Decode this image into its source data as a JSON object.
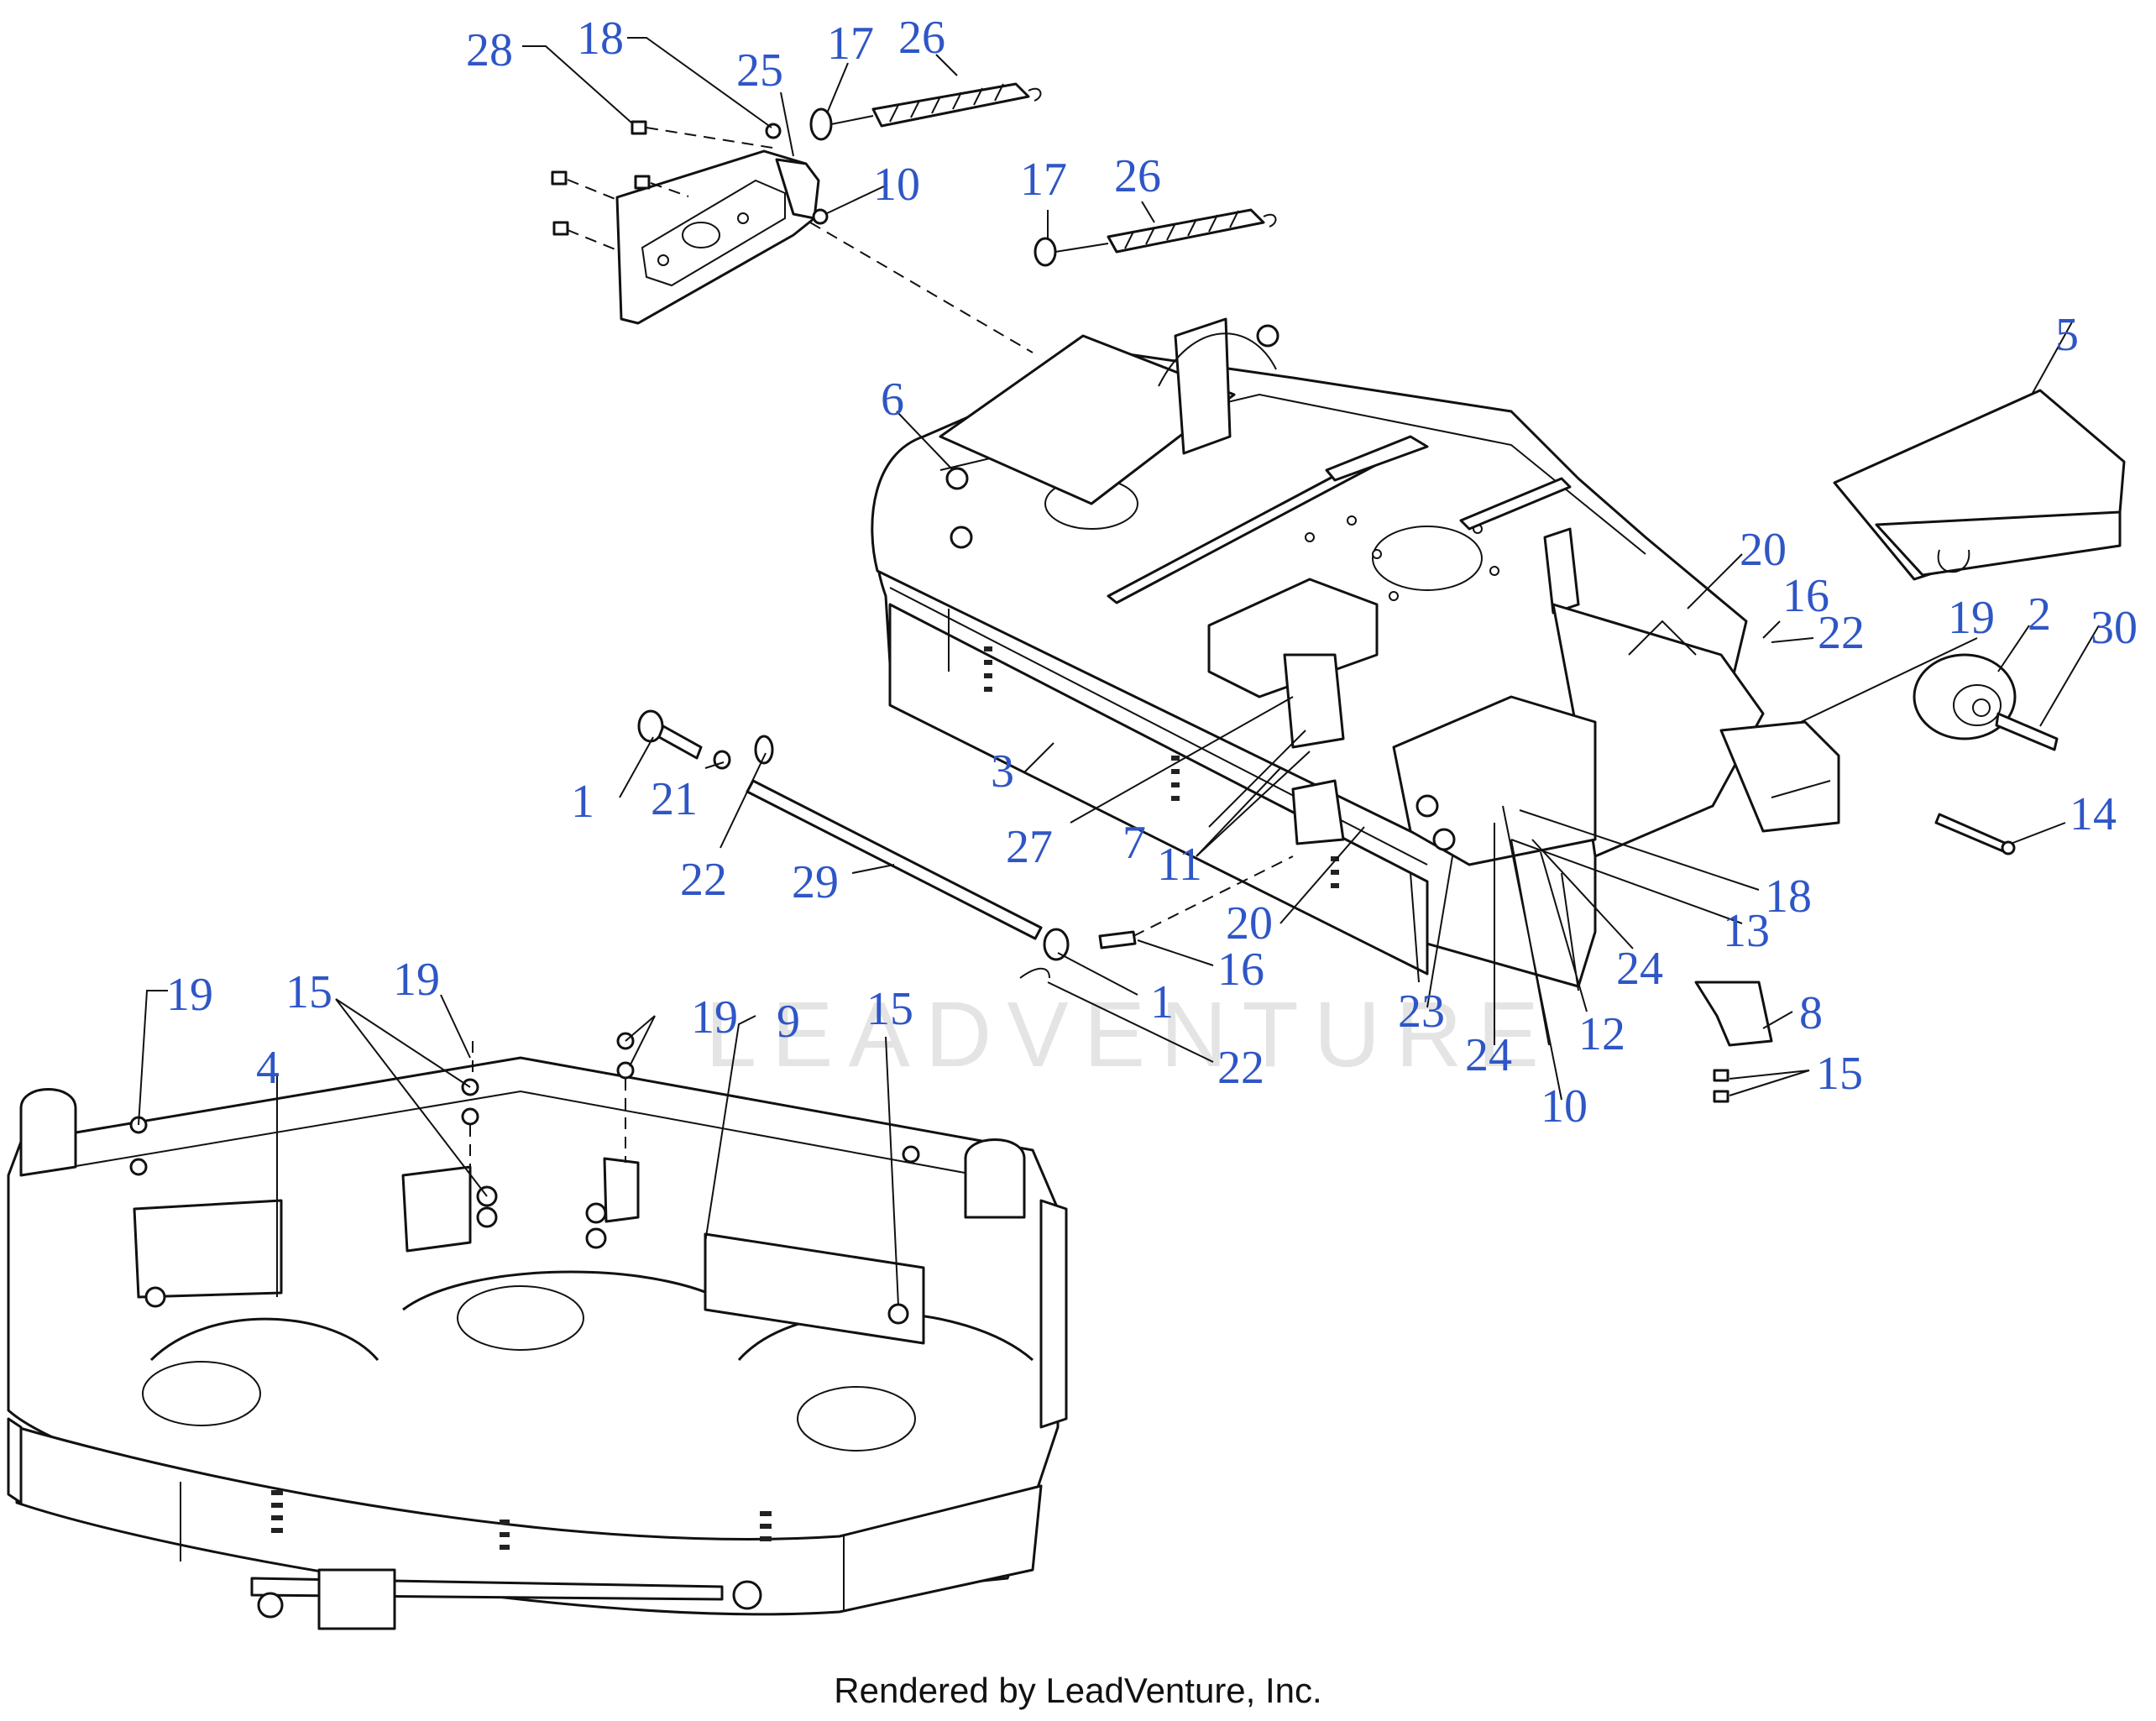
{
  "watermark": "LEADVENTURE",
  "footer": "Rendered by LeadVenture, Inc.",
  "callouts": [
    "28",
    "18",
    "25",
    "17",
    "26",
    "10",
    "17",
    "26",
    "5",
    "6",
    "20",
    "16",
    "22",
    "19",
    "2",
    "30",
    "14",
    "3",
    "27",
    "7",
    "11",
    "20",
    "1",
    "21",
    "22",
    "29",
    "16",
    "1",
    "22",
    "18",
    "13",
    "24",
    "12",
    "10",
    "24",
    "23",
    "8",
    "15",
    "19",
    "15",
    "19",
    "4",
    "19",
    "9",
    "15"
  ]
}
